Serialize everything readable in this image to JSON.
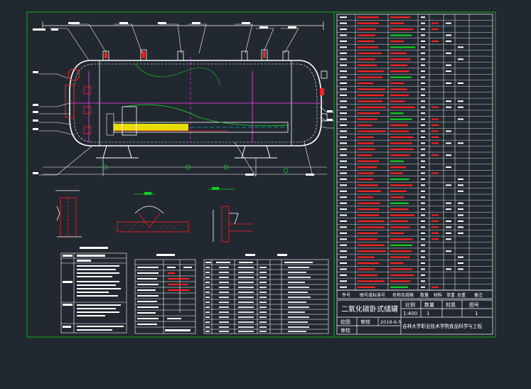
{
  "title_block": {
    "drawing_title": "二氧化碳卧式储罐",
    "scale_label": "比例",
    "scale_value": "1:400",
    "qty_label": "数量",
    "qty_value": "1",
    "material_label": "材质",
    "sheet_label": "图号",
    "sheet_value": "1",
    "drafter_label": "绘图",
    "reviewer_label": "审核",
    "checker_label": "审校",
    "date_value": "2019-6-5",
    "organization": "吉林大学职业技术学院食品科学与工程"
  },
  "parts_table": {
    "header": [
      "件号",
      "图号或标准号",
      "名称及规格",
      "数量",
      "材料",
      "单重",
      "总重",
      "备注"
    ]
  },
  "colors": {
    "background": "#212830",
    "frame": "#10b010",
    "white": "#ffffff",
    "red": "#ff2020",
    "magenta": "#ff40ff",
    "yellow": "#ffee00",
    "green": "#10d020",
    "cyan": "#00e0e0"
  }
}
